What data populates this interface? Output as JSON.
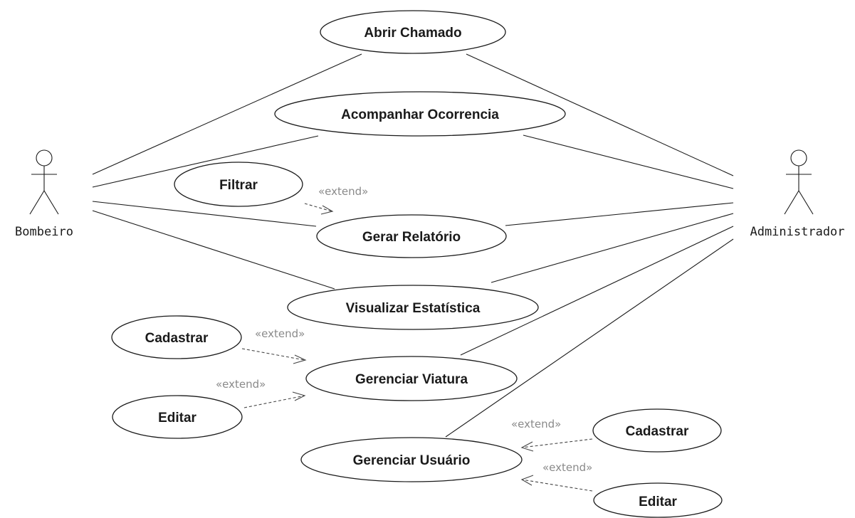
{
  "actors": {
    "left": "Bombeiro",
    "right": "Administrador"
  },
  "use_cases": {
    "abrir_chamado": "Abrir Chamado",
    "acompanhar_ocorrencia": "Acompanhar Ocorrencia",
    "filtrar": "Filtrar",
    "gerar_relatorio": "Gerar Relatório",
    "visualizar_estatistica": "Visualizar Estatística",
    "cadastrar_viatura": "Cadastrar",
    "gerenciar_viatura": "Gerenciar Viatura",
    "editar_viatura": "Editar",
    "cadastrar_usuario": "Cadastrar",
    "gerenciar_usuario": "Gerenciar Usuário",
    "editar_usuario": "Editar"
  },
  "relations": {
    "extend": "«extend»"
  }
}
